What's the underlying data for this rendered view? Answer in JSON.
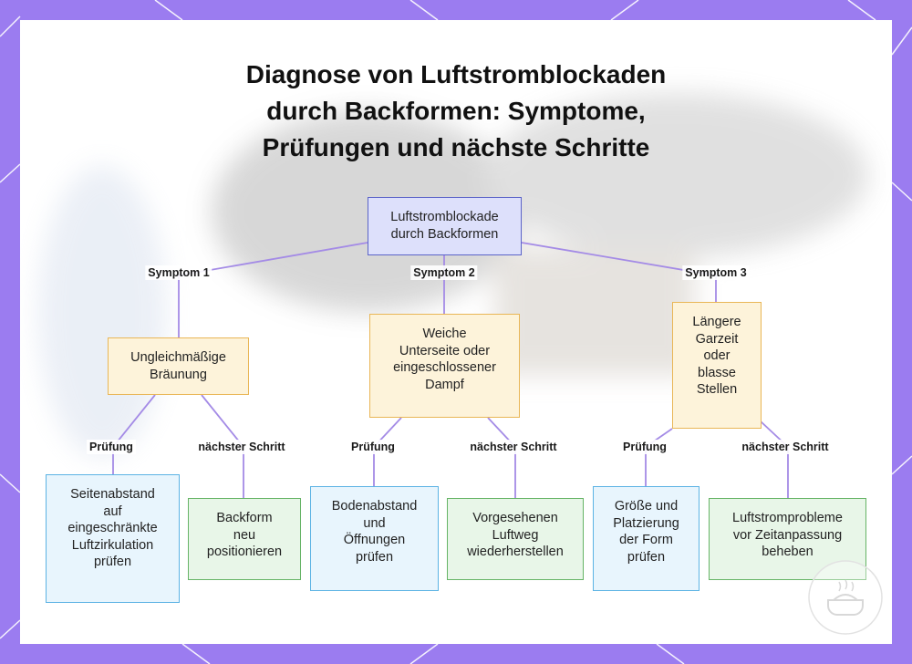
{
  "title": "Diagnose von Luftstromblockaden\ndurch Backformen: Symptome,\nPrüfungen und nächste Schritte",
  "root": {
    "label": "Luftstromblockade\ndurch Backformen"
  },
  "edges": {
    "symptom1": "Symptom 1",
    "symptom2": "Symptom 2",
    "symptom3": "Symptom 3",
    "check": "Prüfung",
    "next": "nächster Schritt"
  },
  "symptoms": [
    {
      "label": "Ungleichmäßige\nBräunung"
    },
    {
      "label": "Weiche\nUnterseite oder\neingeschlossener\nDampf"
    },
    {
      "label": "Längere\nGarzeit\noder\nblasse\nStellen"
    }
  ],
  "checks": [
    {
      "label": "Seitenabstand\nauf\neingeschränkte\nLuftzirkulation\nprüfen"
    },
    {
      "label": "Bodenabstand\nund\nÖffnungen\nprüfen"
    },
    {
      "label": "Größe und\nPlatzierung\nder Form\nprüfen"
    }
  ],
  "next_steps": [
    {
      "label": "Backform\nneu\npositionieren"
    },
    {
      "label": "Vorgesehenen\nLuftweg\nwiederherstellen"
    },
    {
      "label": "Luftstromprobleme\nvor Zeitanpassung\nbeheben"
    }
  ],
  "colors": {
    "background": "#9b7cf0",
    "connector": "#a48be6",
    "root_fill": "#dde0fb",
    "root_border": "#5b63c8",
    "symptom_fill": "#fdf3da",
    "symptom_border": "#e9b656",
    "check_fill": "#e8f5fd",
    "check_border": "#5cb3e4",
    "next_fill": "#e8f6e8",
    "next_border": "#66b466"
  }
}
